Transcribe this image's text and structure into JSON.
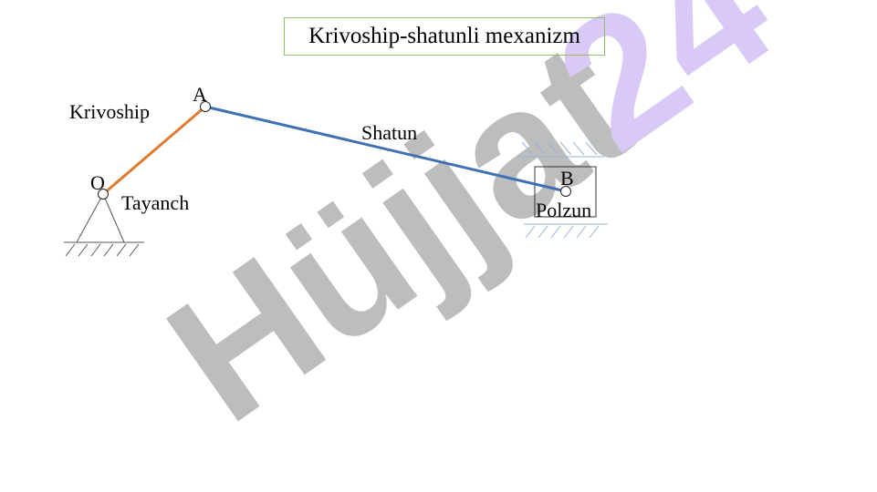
{
  "title": "Krivoship-shatunli mexanizm",
  "labels": {
    "krivoship": "Krivoship",
    "point_a": "A",
    "point_o": "O",
    "tayanch": "Tayanch",
    "shatun": "Shatun",
    "point_b": "B",
    "polzun": "Polzun"
  },
  "watermark": {
    "text_gray": "Hüjjat",
    "text_purple": "24"
  },
  "colors": {
    "crank": "#e07b30",
    "connecting_rod": "#3f6fb5",
    "title_border": "#8fbf6a",
    "hatch_guides": "#9bb3d6",
    "watermark_gray": "#bdbdbd",
    "watermark_purple": "#d9c9f7"
  }
}
